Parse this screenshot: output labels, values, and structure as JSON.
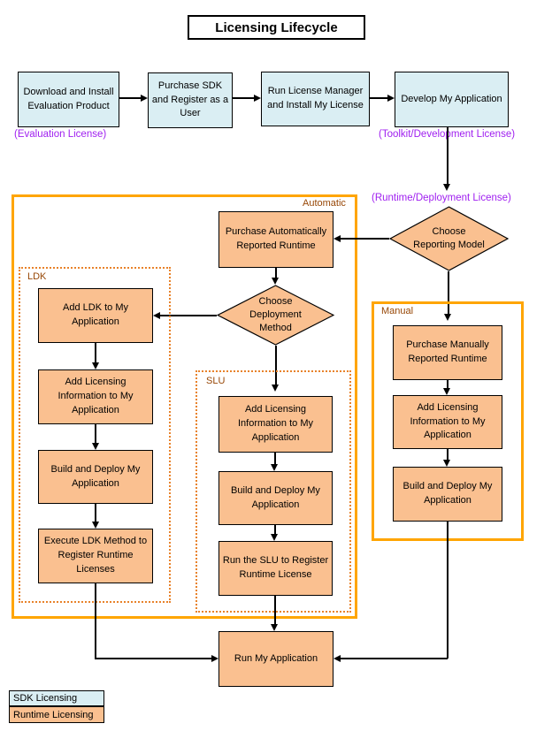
{
  "title": "Licensing Lifecycle",
  "colors": {
    "sdk_fill": "#DAEEF3",
    "runtime_fill": "#FAC090",
    "group_border_solid": "#FFA500",
    "group_border_dotted": "#E8822A",
    "group_label_text": "#974706",
    "license_note_text": "#A020F0"
  },
  "sdk_flow": {
    "steps": [
      {
        "label": "Download and Install Evaluation Product"
      },
      {
        "label": "Purchase SDK and Register as a User"
      },
      {
        "label": "Run License Manager and Install My License"
      },
      {
        "label": "Develop My Application"
      }
    ],
    "evaluation_note": "(Evaluation License)",
    "toolkit_note": "(Toolkit/Development License)",
    "runtime_note": "(Runtime/Deployment License)"
  },
  "decisions": {
    "reporting": "Choose Reporting Model",
    "deployment": "Choose Deployment Method"
  },
  "groups": {
    "automatic": {
      "label": "Automatic",
      "purchase": "Purchase Automatically Reported Runtime"
    },
    "ldk": {
      "label": "LDK",
      "steps": [
        "Add LDK to My Application",
        "Add Licensing Information to My Application",
        "Build and Deploy My Application",
        "Execute LDK Method to Register Runtime Licenses"
      ]
    },
    "slu": {
      "label": "SLU",
      "steps": [
        "Add Licensing Information to My Application",
        "Build and Deploy My Application",
        "Run the SLU to Register Runtime License"
      ]
    },
    "manual": {
      "label": "Manual",
      "steps": [
        "Purchase Manually Reported Runtime",
        "Add Licensing Information to My Application",
        "Build and Deploy My Application"
      ]
    }
  },
  "final": {
    "run_label": "Run My Application"
  },
  "legend": {
    "sdk": "SDK Licensing",
    "runtime": "Runtime Licensing"
  }
}
